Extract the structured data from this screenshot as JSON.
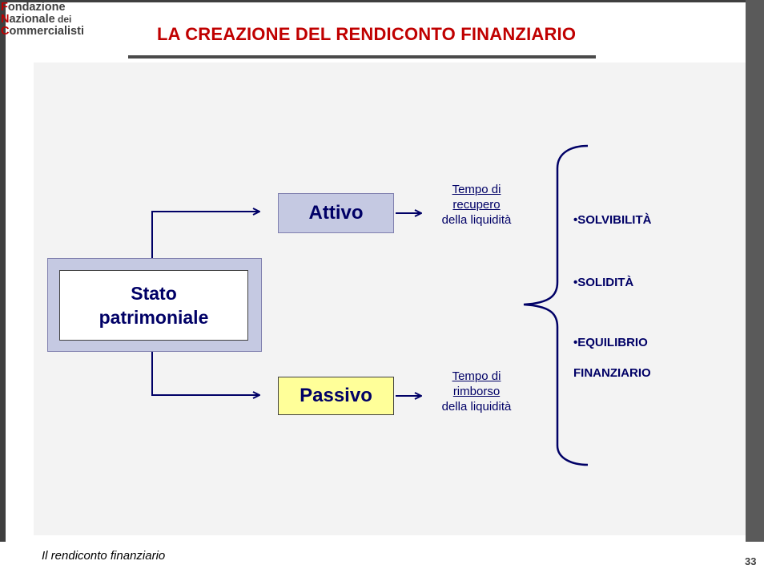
{
  "logo": {
    "line1_cap": "F",
    "line1_rest": "ondazione",
    "line2_cap": "N",
    "line2_rest": "azionale",
    "line2_small": " dei",
    "line3_cap": "C",
    "line3_rest": "ommercialisti"
  },
  "title": "LA CREAZIONE DEL RENDICONTO FINANZIARIO",
  "diagram": {
    "stato_line1": "Stato",
    "stato_line2": "patrimoniale",
    "attivo": "Attivo",
    "passivo": "Passivo",
    "tempo_attivo": {
      "line1": "Tempo di",
      "line2": "recupero",
      "line3": "della liquidità"
    },
    "tempo_passivo": {
      "line1": "Tempo di",
      "line2": "rimborso",
      "line3": "della liquidità"
    },
    "items": [
      "•SOLVIBILITÀ",
      "•SOLIDITÀ",
      "•EQUILIBRIO",
      "FINANZIARIO"
    ]
  },
  "footer": {
    "text": "Il rendiconto finanziario",
    "page": "33"
  },
  "colors": {
    "title": "#c00000",
    "text": "#000066",
    "attivo_fill": "#c5c9e2",
    "passivo_fill": "#ffff99"
  }
}
